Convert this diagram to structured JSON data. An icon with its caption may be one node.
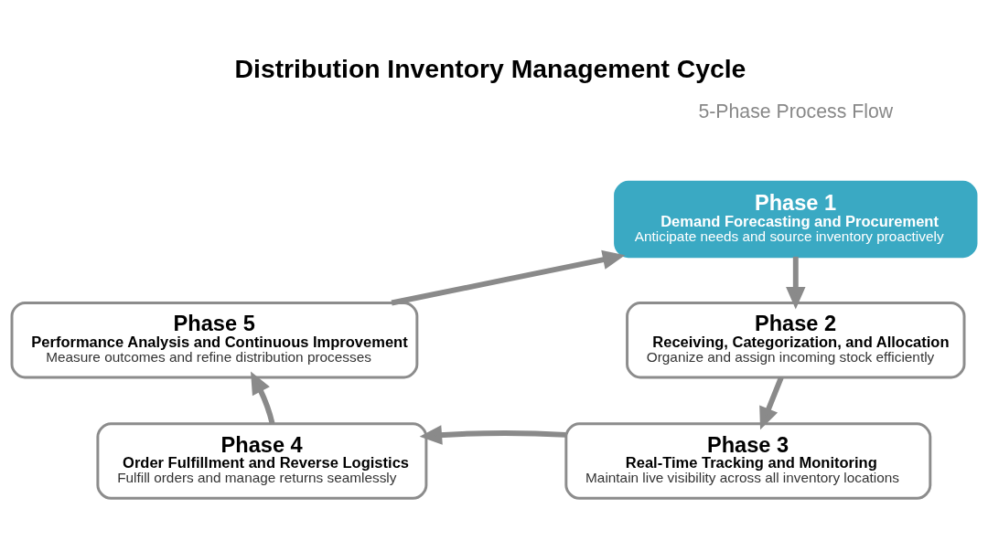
{
  "diagram": {
    "title": "Distribution Inventory Management Cycle",
    "nodes": [
      {
        "text": [
          "Phase 1",
          "Demand Forecasting and Procurement",
          "Anticipate needs and source inventory proactively"
        ]
      },
      {
        "text": [
          "Phase 2",
          "Receiving, Categorization, and Allocation",
          "Organize and assign incoming stock efficiently"
        ]
      },
      {
        "text": [
          "Phase 3",
          "Real-Time Tracking and Monitoring",
          "Maintain live visibility across all inventory locations"
        ]
      },
      {
        "text": [
          "Phase 4",
          "Order Fulfillment and Reverse Logistics",
          "Fulfill orders and manage returns seamlessly"
        ]
      },
      {
        "text": [
          "Phase 5",
          "Performance Analysis and Continuous Improvement",
          "Measure outcomes and refine distribution processes"
        ]
      }
    ],
    "edges": [
      {
        "from": 0,
        "to": 1,
        "arrow": "to"
      },
      {
        "from": 1,
        "to": 2,
        "arrow": "to"
      },
      {
        "from": 2,
        "to": 3,
        "arrow": "to"
      },
      {
        "from": 3,
        "to": 4,
        "arrow": "to"
      },
      {
        "from": 4,
        "to": 0,
        "arrow": "to"
      }
    ],
    "labels": [
      "5-Phase Process Flow"
    ]
  }
}
